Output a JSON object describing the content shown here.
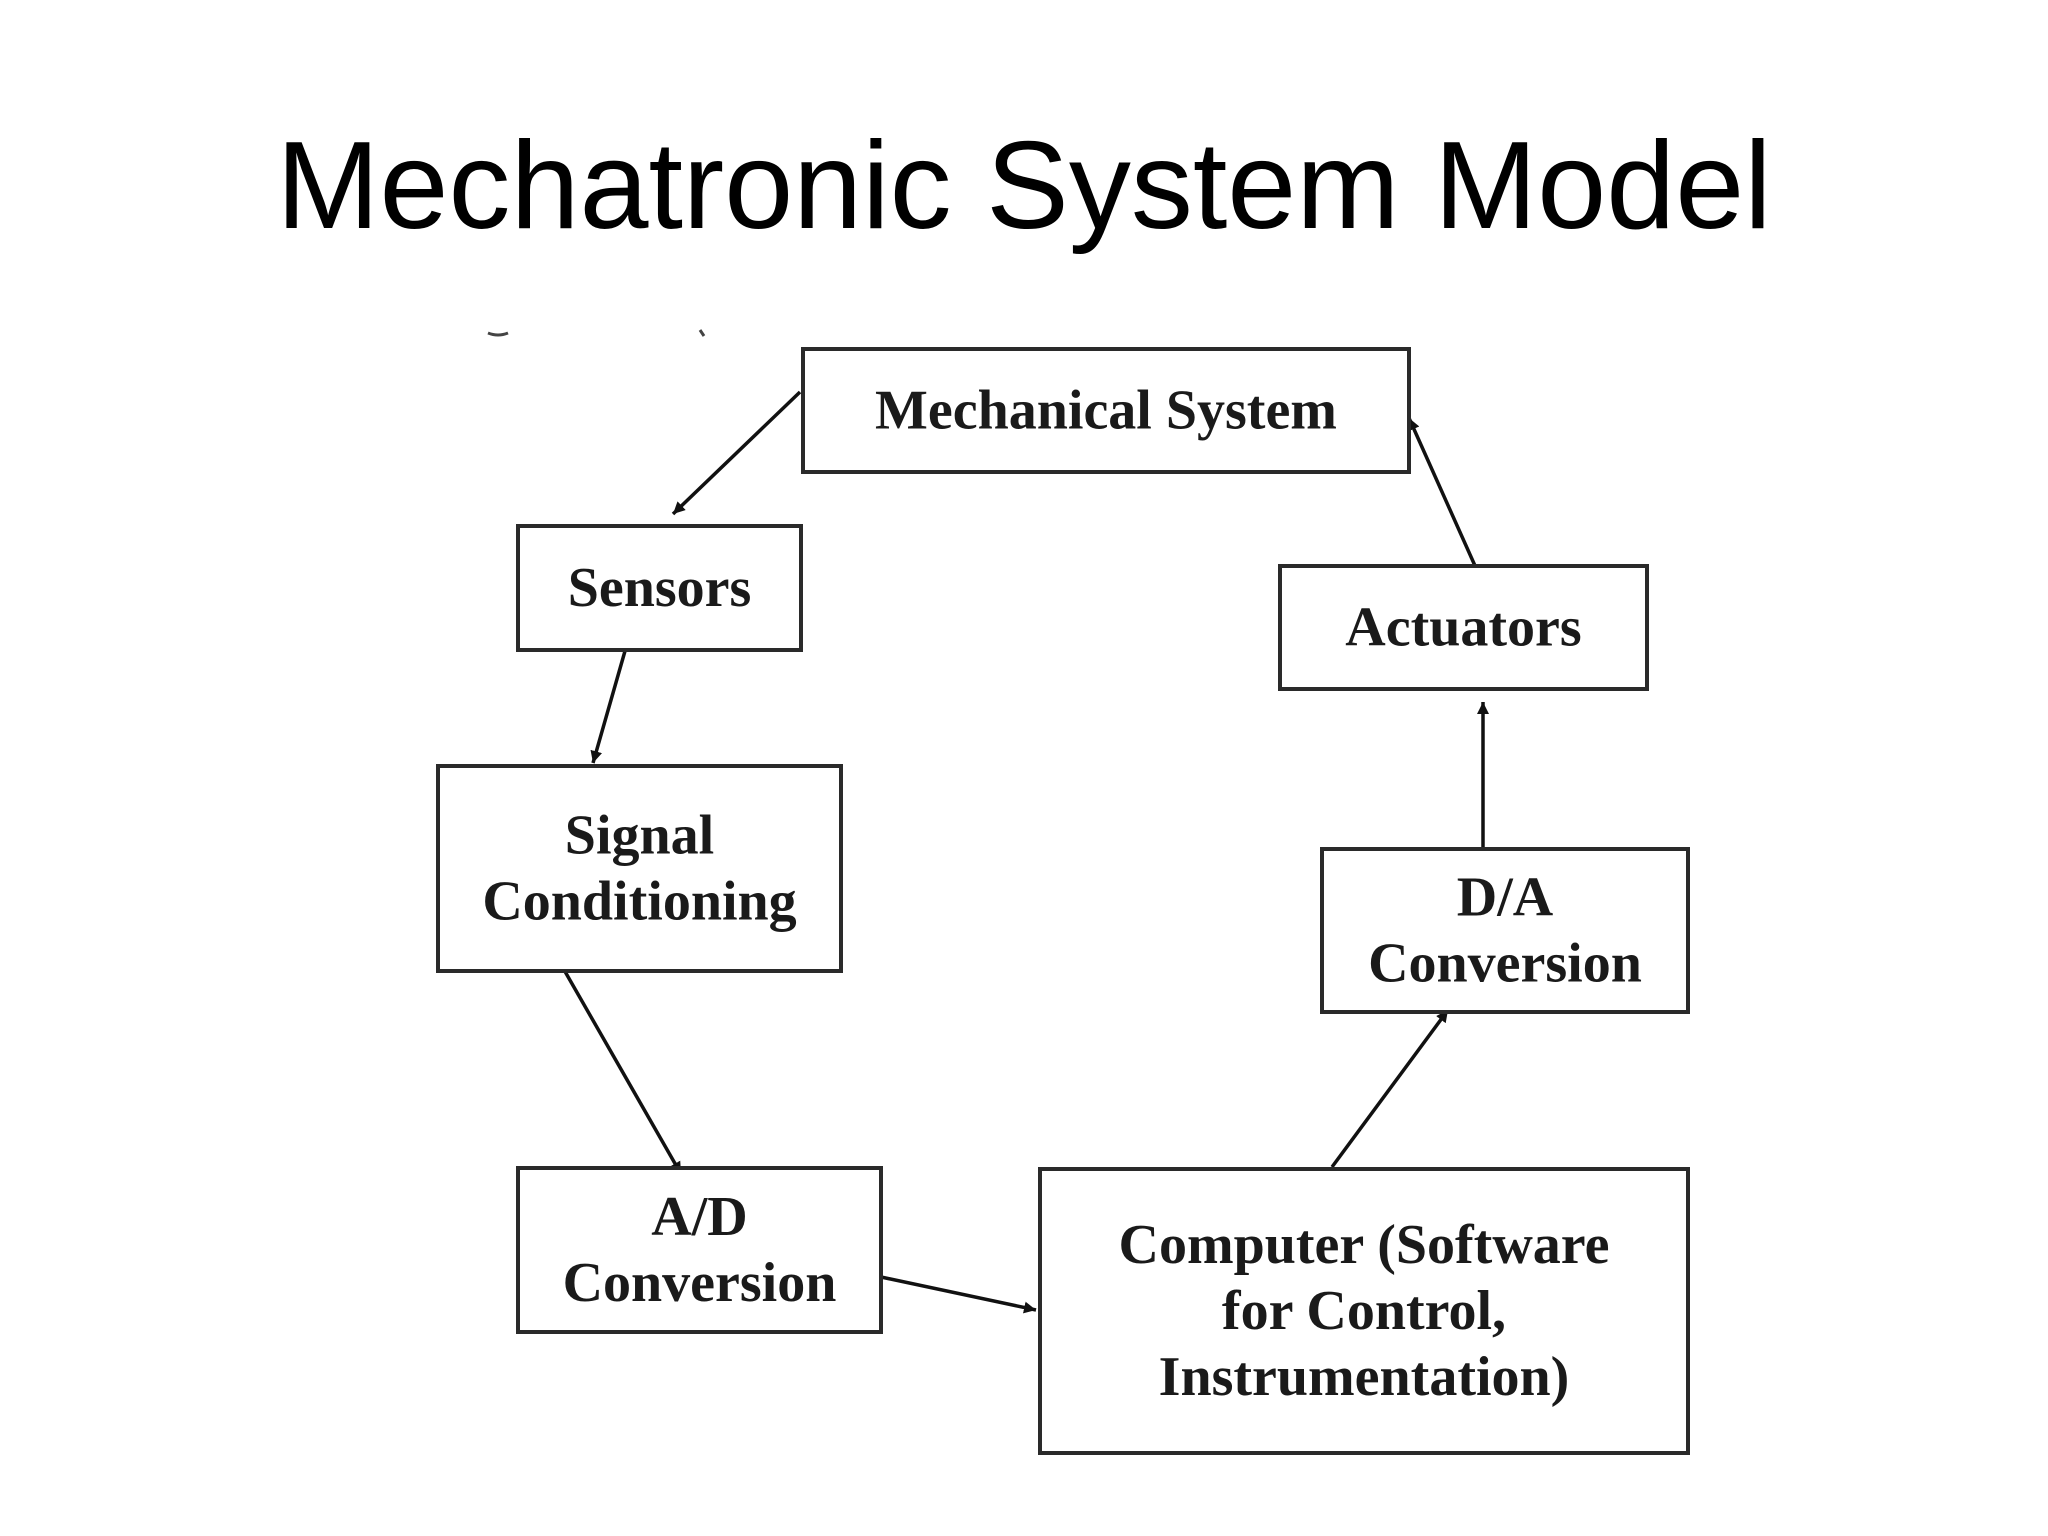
{
  "title": "Mechatronic System Model",
  "diagram": {
    "nodes": [
      {
        "id": "mechanical-system",
        "lines": [
          "Mechanical System"
        ]
      },
      {
        "id": "sensors",
        "lines": [
          "Sensors"
        ]
      },
      {
        "id": "signal-conditioning",
        "lines": [
          "Signal",
          "Conditioning"
        ]
      },
      {
        "id": "ad-conversion",
        "lines": [
          "A/D",
          "Conversion"
        ]
      },
      {
        "id": "computer",
        "lines": [
          "Computer (Software",
          "for Control,",
          "Instrumentation)"
        ]
      },
      {
        "id": "da-conversion",
        "lines": [
          "D/A",
          "Conversion"
        ]
      },
      {
        "id": "actuators",
        "lines": [
          "Actuators"
        ]
      }
    ],
    "edges": [
      {
        "from": "mechanical-system",
        "to": "sensors"
      },
      {
        "from": "sensors",
        "to": "signal-conditioning"
      },
      {
        "from": "signal-conditioning",
        "to": "ad-conversion"
      },
      {
        "from": "ad-conversion",
        "to": "computer"
      },
      {
        "from": "computer",
        "to": "da-conversion"
      },
      {
        "from": "da-conversion",
        "to": "actuators"
      },
      {
        "from": "actuators",
        "to": "mechanical-system"
      }
    ]
  }
}
